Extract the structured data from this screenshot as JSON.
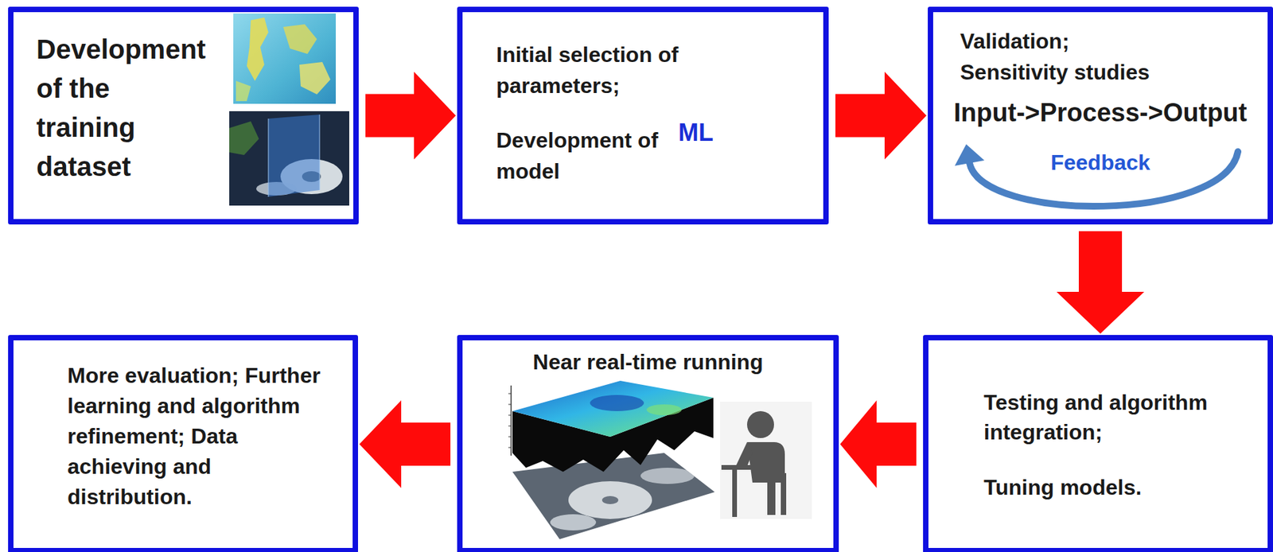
{
  "diagram": {
    "nodes": [
      {
        "text": [
          "Development of the training dataset"
        ]
      },
      {
        "text": [
          "Initial selection of parameters;",
          "Development of",
          "ML",
          "model"
        ]
      },
      {
        "text": [
          "Validation; Sensitivity studies",
          "Input->Process->Output",
          "Feedback"
        ]
      },
      {
        "text": [
          "Testing and algorithm integration;",
          "Tuning models."
        ]
      },
      {
        "text": [
          "Near real-time running"
        ]
      },
      {
        "text": [
          "More evaluation; Further learning and algorithm refinement; Data achieving and distribution."
        ]
      }
    ],
    "edges": [
      {
        "from": 0,
        "to": 1,
        "arrow": "to"
      },
      {
        "from": 1,
        "to": 2,
        "arrow": "to"
      },
      {
        "from": 2,
        "to": 3,
        "arrow": "to"
      },
      {
        "from": 3,
        "to": 4,
        "arrow": "to"
      },
      {
        "from": 4,
        "to": 5,
        "arrow": "to"
      }
    ]
  }
}
